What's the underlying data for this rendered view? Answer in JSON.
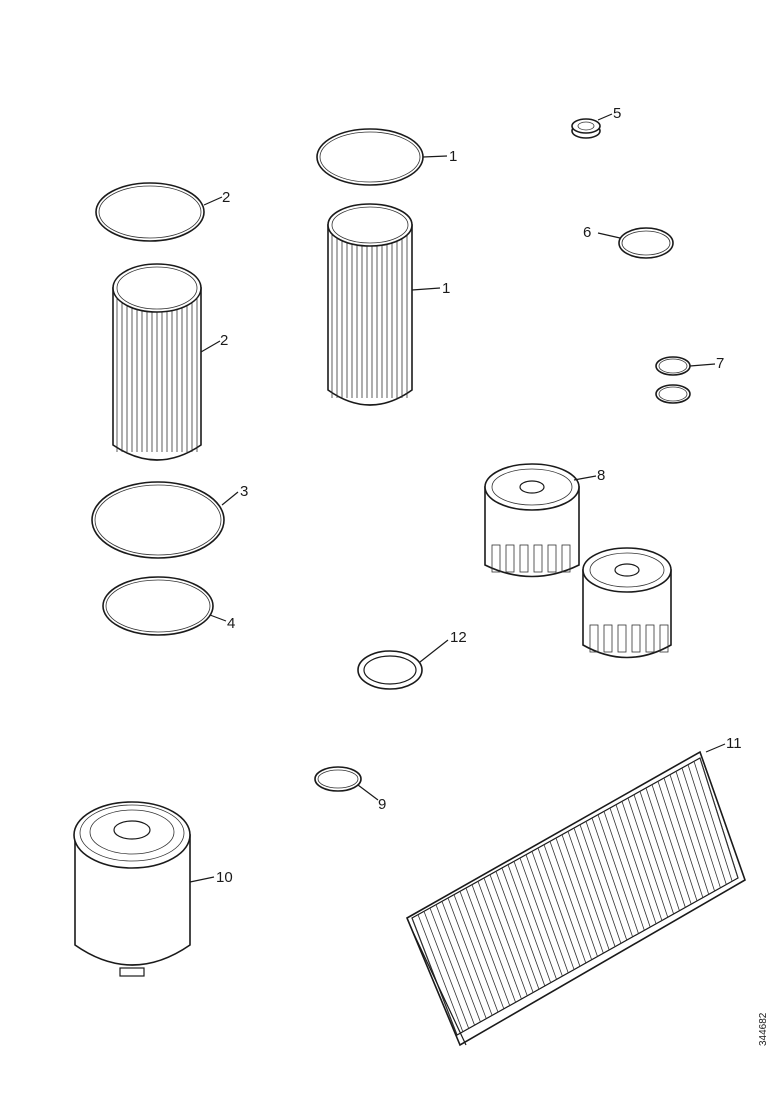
{
  "diagram": {
    "line_color": "#1a1a1a",
    "background": "#ffffff",
    "callouts": {
      "c1a": "1",
      "c1b": "1",
      "c2a": "2",
      "c2b": "2",
      "c3": "3",
      "c4": "4",
      "c5": "5",
      "c6": "6",
      "c7": "7",
      "c8": "8",
      "c9": "9",
      "c10": "10",
      "c11": "11",
      "c12": "12"
    },
    "doc_number": "344682"
  }
}
